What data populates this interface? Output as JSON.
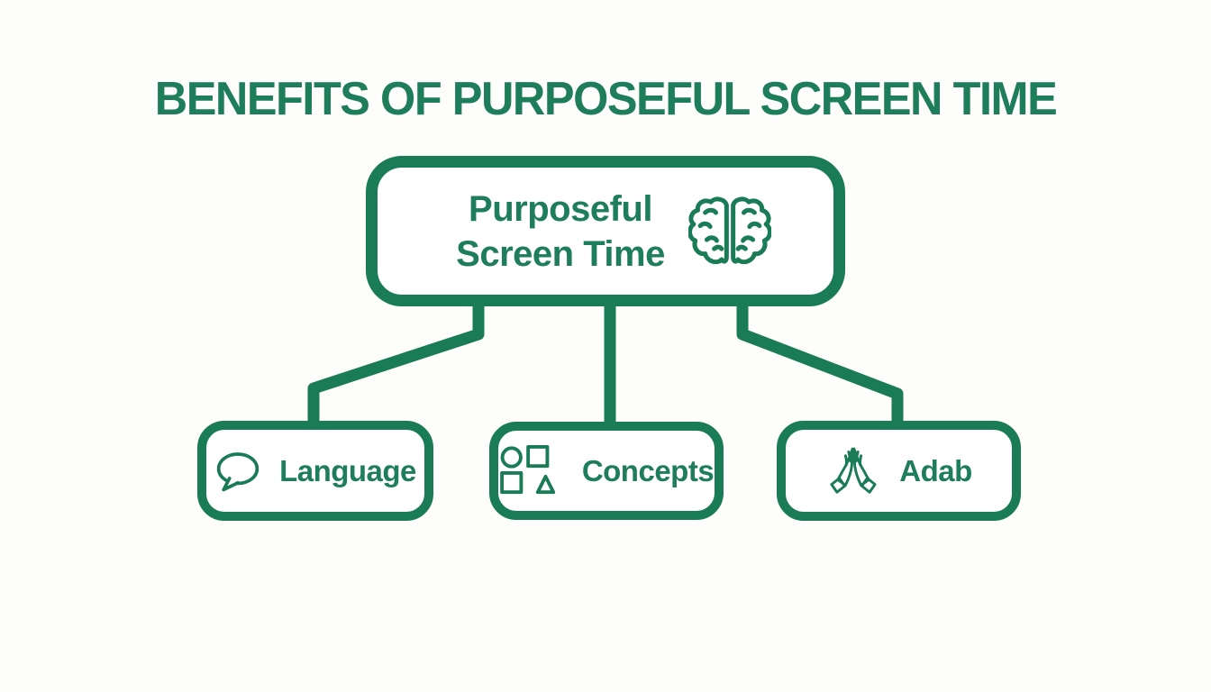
{
  "canvas": {
    "background_color": "#fdfdfb",
    "accent_green": "#1a7b57",
    "text_green": "#1e7d5a"
  },
  "title": "BENEFITS OF PURPOSEFUL SCREEN TIME",
  "root_node": {
    "label_line1": "Purposeful",
    "label_line2": "Screen Time",
    "icon": "brain-icon"
  },
  "child_nodes": [
    {
      "label": "Language",
      "icon": "speech-bubble-icon"
    },
    {
      "label": "Concepts",
      "icon": "geometric-shapes-icon"
    },
    {
      "label": "Adab",
      "icon": "praying-hands-icon"
    }
  ]
}
